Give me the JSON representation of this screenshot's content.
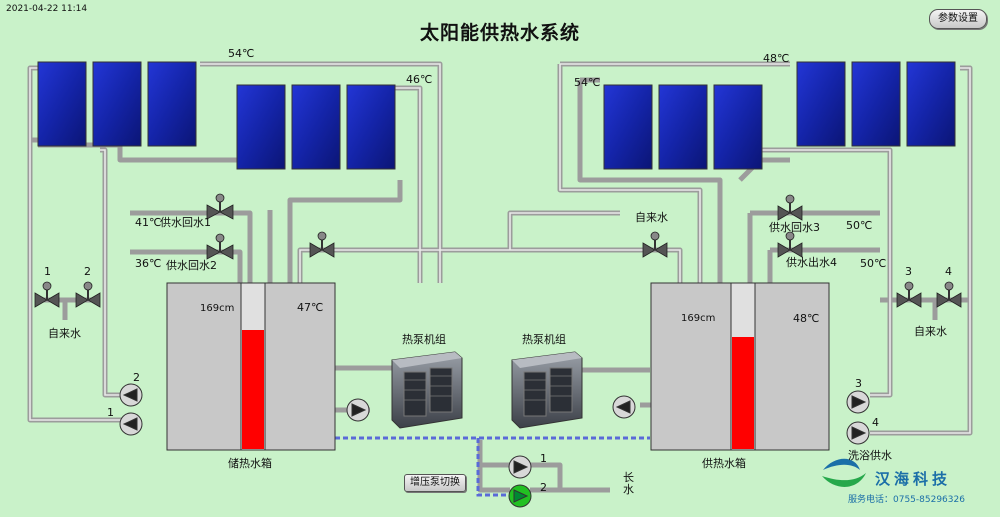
{
  "header": {
    "datetime": "2021-04-22 11:14",
    "title": "太阳能供热水系统",
    "settings_button": "参数设置"
  },
  "temperatures": {
    "left_collector_top": "54℃",
    "left_collector_bottom": "46℃",
    "right_collector_top": "48℃",
    "right_collector_bottom": "54℃",
    "left_return1": "41℃",
    "left_return2": "36℃",
    "right_return": "50℃",
    "right_supply4": "50℃"
  },
  "left_valves": {
    "return1": "供水回水1",
    "return2": "供水回水2",
    "valve1": "1",
    "valve2": "2",
    "water_in": "自来水"
  },
  "right_valves": {
    "return3": "供水回水3",
    "supply4": "供水出水4",
    "valve3": "3",
    "valve4": "4",
    "water_in": "自来水"
  },
  "center": {
    "water_in": "自来水",
    "heat_pump_left": "热泵机组",
    "heat_pump_right": "热泵机组",
    "boost_button": "增压泵切换",
    "pump1": "1",
    "pump2": "2",
    "drain": "长水"
  },
  "left_tank": {
    "label": "储热水箱",
    "level": "169cm",
    "temp": "47℃",
    "level_fraction": 0.72
  },
  "right_tank": {
    "label": "供热水箱",
    "level": "169cm",
    "temp": "48℃",
    "level_fraction": 0.68
  },
  "pumps": {
    "left1": "1",
    "left2": "2",
    "right3": "3",
    "right4": "4",
    "right_label": "洗浴供水"
  },
  "footer": {
    "company": "汉海科技",
    "service": "服务电话：0755-85296326"
  },
  "colors": {
    "panel": "#1a2db8",
    "pipe": "#a8a8a8",
    "water": "#ff0000",
    "tank": "#c8c8c8",
    "background": "#c9f2c9",
    "pump_active": "#22c022",
    "pump_idle": "#d8d8d8"
  }
}
